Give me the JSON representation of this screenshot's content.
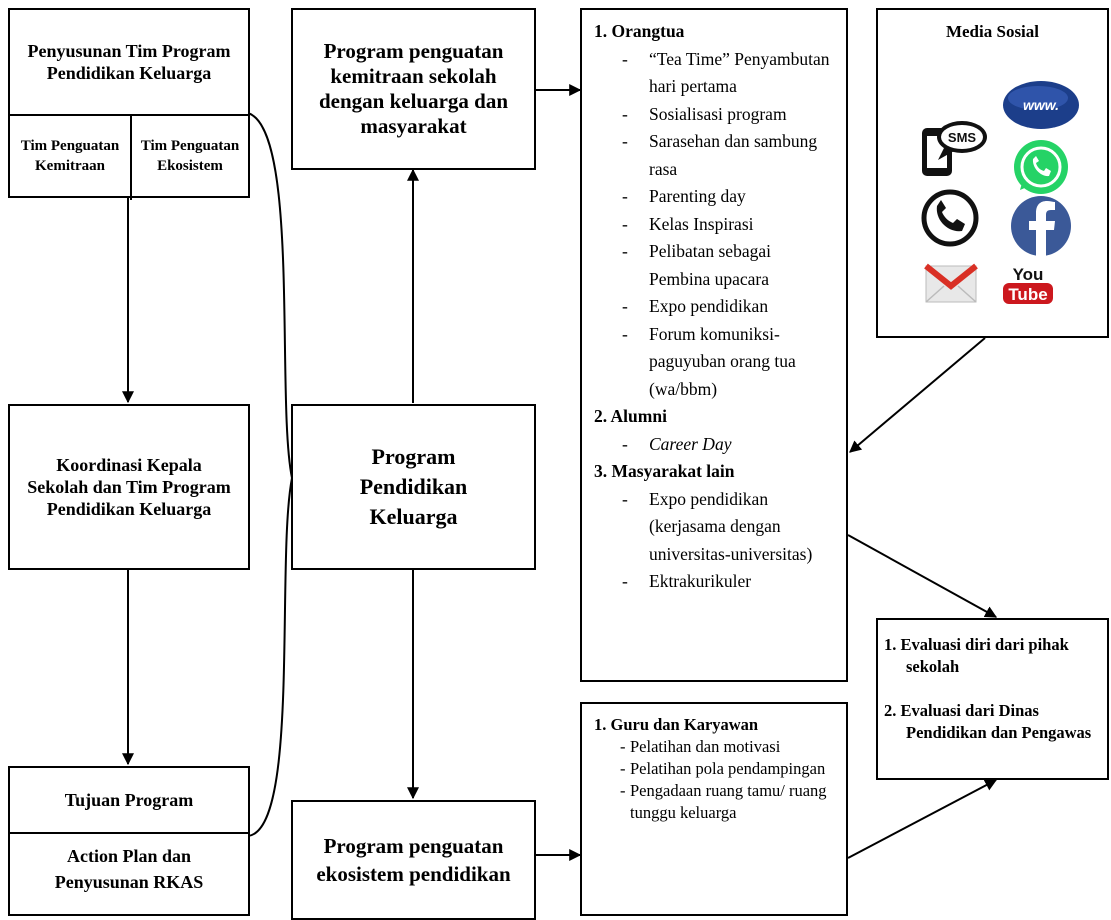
{
  "left": {
    "tim_title": "Penyusunan Tim Program Pendidikan Keluarga",
    "tim_kemitraan": "Tim Penguatan Kemitraan",
    "tim_ekosistem": "Tim Penguatan Ekosistem",
    "koordinasi": "Koordinasi Kepala Sekolah dan Tim Program Pendidikan Keluarga",
    "tujuan": "Tujuan Program",
    "action_plan": "Action Plan dan Penyusunan RKAS"
  },
  "middle": {
    "kemitraan": "Program penguatan kemitraan sekolah dengan keluarga dan masyarakat",
    "program": "Program Pendidikan Keluarga",
    "ekosistem": "Program penguatan ekosistem pendidikan"
  },
  "partners": {
    "orangtua_title": "1. Orangtua",
    "orangtua_items": [
      "“Tea Time” Penyambutan hari pertama",
      "Sosialisasi program",
      "Sarasehan dan sambung rasa",
      "Parenting day",
      "Kelas Inspirasi",
      "Pelibatan sebagai Pembina upacara",
      "Expo pendidikan",
      "Forum komuniksi-paguyuban orang tua (wa/bbm)"
    ],
    "alumni_title": "2. Alumni",
    "alumni_items": [
      "Career Day"
    ],
    "masyarakat_title": "3. Masyarakat lain",
    "masyarakat_items": [
      "Expo pendidikan (kerjasama dengan universitas-universitas)",
      "Ektrakurikuler"
    ]
  },
  "guru": {
    "title": "1. Guru dan Karyawan",
    "items": [
      "Pelatihan dan motivasi",
      "Pelatihan pola pendampingan",
      "Pengadaan ruang tamu/ ruang tunggu keluarga"
    ]
  },
  "media": {
    "title": "Media Sosial",
    "sms_label": "SMS",
    "www_label": "www.",
    "youtube_you": "You",
    "youtube_tube": "Tube",
    "icons": [
      "www-icon",
      "sms-icon",
      "whatsapp-icon",
      "phone-icon",
      "facebook-icon",
      "gmail-icon",
      "youtube-icon"
    ],
    "colors": {
      "whatsapp": "#25d366",
      "facebook": "#3b5998",
      "www": "#1c3e8a",
      "youtube": "#cc181e",
      "gmail": "#d93025"
    }
  },
  "evaluasi": {
    "item1": "1. Evaluasi diri dari pihak sekolah",
    "item2": "2. Evaluasi dari Dinas Pendidikan dan Pengawas"
  }
}
